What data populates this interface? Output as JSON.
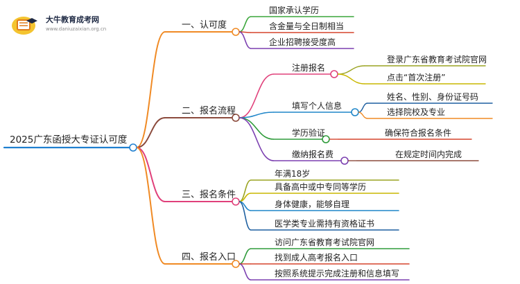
{
  "logo": {
    "title": "大牛教育成考网",
    "url": "www.daniuzaixian.org.cn"
  },
  "root": {
    "text": "2025广东函授大专证认可度",
    "color": "#1f7fd0"
  },
  "branches": [
    {
      "text": "一、认可度",
      "color": "#f08a24",
      "children": [
        {
          "text": "国家承认学历",
          "color": "#3aa63a"
        },
        {
          "text": "含金量与全日制相当",
          "color": "#d6432c"
        },
        {
          "text": "企业招聘接受度高",
          "color": "#7b3fb0"
        }
      ]
    },
    {
      "text": "二、报名流程",
      "color": "#8b4a3c",
      "children": [
        {
          "text": "注册报名",
          "color": "#e0407a",
          "children": [
            {
              "text": "登录广东省教育考试院官网",
              "color": "#9aa321"
            },
            {
              "text": "点击“首次注册”",
              "color": "#c9b700"
            }
          ]
        },
        {
          "text": "填写个人信息",
          "color": "#1f86c9",
          "children": [
            {
              "text": "姓名、性别、身份证号码",
              "color": "#1d5fa0"
            },
            {
              "text": "选择院校及专业",
              "color": "#f08a24"
            }
          ]
        },
        {
          "text": "学历验证",
          "color": "#2e9b3a",
          "children": [
            {
              "text": "确保符合报名条件",
              "color": "#d6432c"
            }
          ]
        },
        {
          "text": "缴纳报名费",
          "color": "#7b3fb0",
          "children": [
            {
              "text": "在规定时间内完成",
              "color": "#8b4a3c"
            }
          ]
        }
      ]
    },
    {
      "text": "三、报名条件",
      "color": "#e0407a",
      "children": [
        {
          "text": "年满18岁",
          "color": "#9aa321"
        },
        {
          "text": "具备高中或中专同等学历",
          "color": "#c9b700"
        },
        {
          "text": "身体健康，能够自理",
          "color": "#1f86c9"
        },
        {
          "text": "医学类专业需持有资格证书",
          "color": "#1d5fa0"
        }
      ]
    },
    {
      "text": "四、报名入口",
      "color": "#f08a24",
      "children": [
        {
          "text": "访问广东省教育考试院官网",
          "color": "#2e9b3a"
        },
        {
          "text": "找到成人高考报名入口",
          "color": "#d6432c"
        },
        {
          "text": "按照系统提示完成注册和信息填写",
          "color": "#7b3fb0"
        }
      ]
    }
  ]
}
